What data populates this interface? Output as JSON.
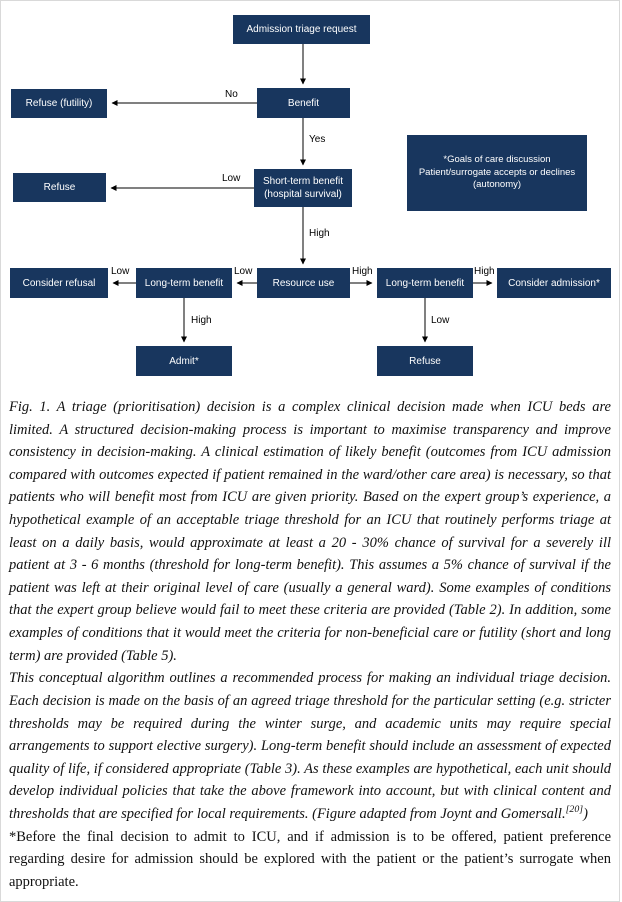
{
  "flowchart": {
    "colors": {
      "box": "#18365e",
      "box_text": "#ffffff",
      "arrow": "#000000"
    },
    "nodes": {
      "admission": {
        "label": "Admission triage request"
      },
      "benefit": {
        "label": "Benefit"
      },
      "refuse_futility": {
        "label": "Refuse (futility)"
      },
      "short_term": {
        "label": "Short-term benefit\n(hospital survival)"
      },
      "refuse_short": {
        "label": "Refuse"
      },
      "goals": {
        "label": "*Goals of care discussion\nPatient/surrogate accepts or declines\n(autonomy)"
      },
      "resource": {
        "label": "Resource use"
      },
      "long_term_left": {
        "label": "Long-term benefit"
      },
      "consider_refusal": {
        "label": "Consider refusal"
      },
      "admit": {
        "label": "Admit*"
      },
      "long_term_right": {
        "label": "Long-term benefit"
      },
      "consider_admission": {
        "label": "Consider admission*"
      },
      "refuse_long": {
        "label": "Refuse"
      }
    },
    "edge_labels": {
      "no": "No",
      "yes": "Yes",
      "low_short": "Low",
      "high_short": "High",
      "low_resource": "Low",
      "low_refusal": "Low",
      "high_admit": "High",
      "high_resource": "High",
      "high_admission": "High",
      "low_refuse": "Low"
    }
  },
  "caption": {
    "p1": "Fig. 1. A triage (prioritisation) decision is a complex clinical decision made when ICU beds are limited. A structured decision-making process is important to maximise transparency and improve consistency in decision-making. A clinical estimation of likely benefit (outcomes from ICU admission compared with outcomes expected if patient remained in the ward/other care area) is necessary, so that patients who will benefit most from ICU are given priority. Based on the expert group’s experience, a hypothetical example of an acceptable triage threshold for an ICU that routinely performs triage at least on a daily basis, would approximate at least a 20 - 30% chance of survival for a severely ill patient at 3 - 6 months (threshold for long-term benefit). This assumes a 5% chance of survival if the patient was left at their original level of care (usually a general ward). Some examples of conditions that the expert group believe would fail to meet these criteria are provided (Table 2). In addition, some examples of conditions that it would meet the criteria for non-beneficial care or futility (short and long term) are provided (Table 5).",
    "p2_main": "This conceptual algorithm outlines a recommended process for making an individual triage decision. Each decision is made on the basis of an agreed triage threshold for the particular setting (e.g. stricter thresholds may be required during the winter surge, and academic units may require special arrangements to support elective surgery). Long-term benefit should include an assessment of expected quality of life, if considered appropriate (Table 3). As these examples are hypothetical, each unit should develop individual policies that take the above framework into account, but with clinical content and thresholds that are specified for local requirements. (Figure adapted from Joynt and Gomersall.",
    "p2_ref": "[20]",
    "p2_end": ")",
    "p3": "*Before the final decision to admit to ICU, and if admission is to be offered, patient preference regarding desire for admission should be explored with the patient or the patient’s surrogate when appropriate."
  }
}
